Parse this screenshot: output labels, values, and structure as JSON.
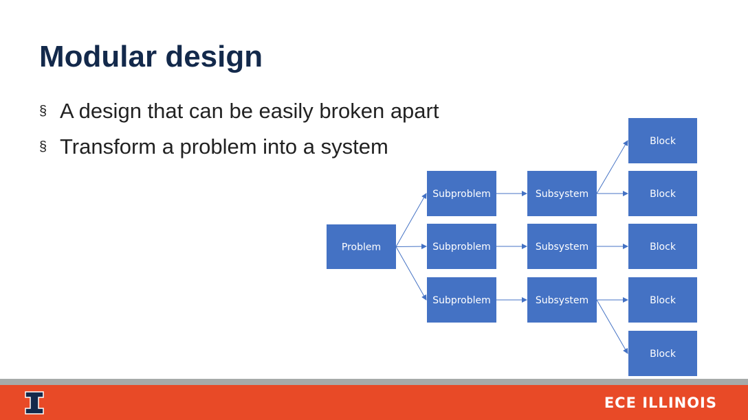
{
  "slide": {
    "title": "Modular design",
    "bullets": [
      "A design that can be easily broken apart",
      "Transform a problem into a system"
    ],
    "bullet_marker": "§"
  },
  "diagram": {
    "nodes": [
      {
        "id": "problem",
        "label": "Problem"
      },
      {
        "id": "sp1",
        "label": "Subproblem"
      },
      {
        "id": "sp2",
        "label": "Subproblem"
      },
      {
        "id": "sp3",
        "label": "Subproblem"
      },
      {
        "id": "ss1",
        "label": "Subsystem"
      },
      {
        "id": "ss2",
        "label": "Subsystem"
      },
      {
        "id": "ss3",
        "label": "Subsystem"
      },
      {
        "id": "b0",
        "label": "Block"
      },
      {
        "id": "b1",
        "label": "Block"
      },
      {
        "id": "b2",
        "label": "Block"
      },
      {
        "id": "b3",
        "label": "Block"
      },
      {
        "id": "b4",
        "label": "Block"
      }
    ],
    "edges": [
      [
        "problem",
        "sp1"
      ],
      [
        "problem",
        "sp2"
      ],
      [
        "problem",
        "sp3"
      ],
      [
        "sp1",
        "ss1"
      ],
      [
        "sp2",
        "ss2"
      ],
      [
        "sp3",
        "ss3"
      ],
      [
        "ss1",
        "b0"
      ],
      [
        "ss1",
        "b1"
      ],
      [
        "ss2",
        "b2"
      ],
      [
        "ss3",
        "b3"
      ],
      [
        "ss3",
        "b4"
      ]
    ],
    "node_color": "#4472c4"
  },
  "footer": {
    "brand": "ECE ILLINOIS",
    "logo_icon": "illinois-block-i-icon",
    "orange": "#e84a27",
    "gray": "#a6aaa9",
    "navy": "#13294b"
  }
}
